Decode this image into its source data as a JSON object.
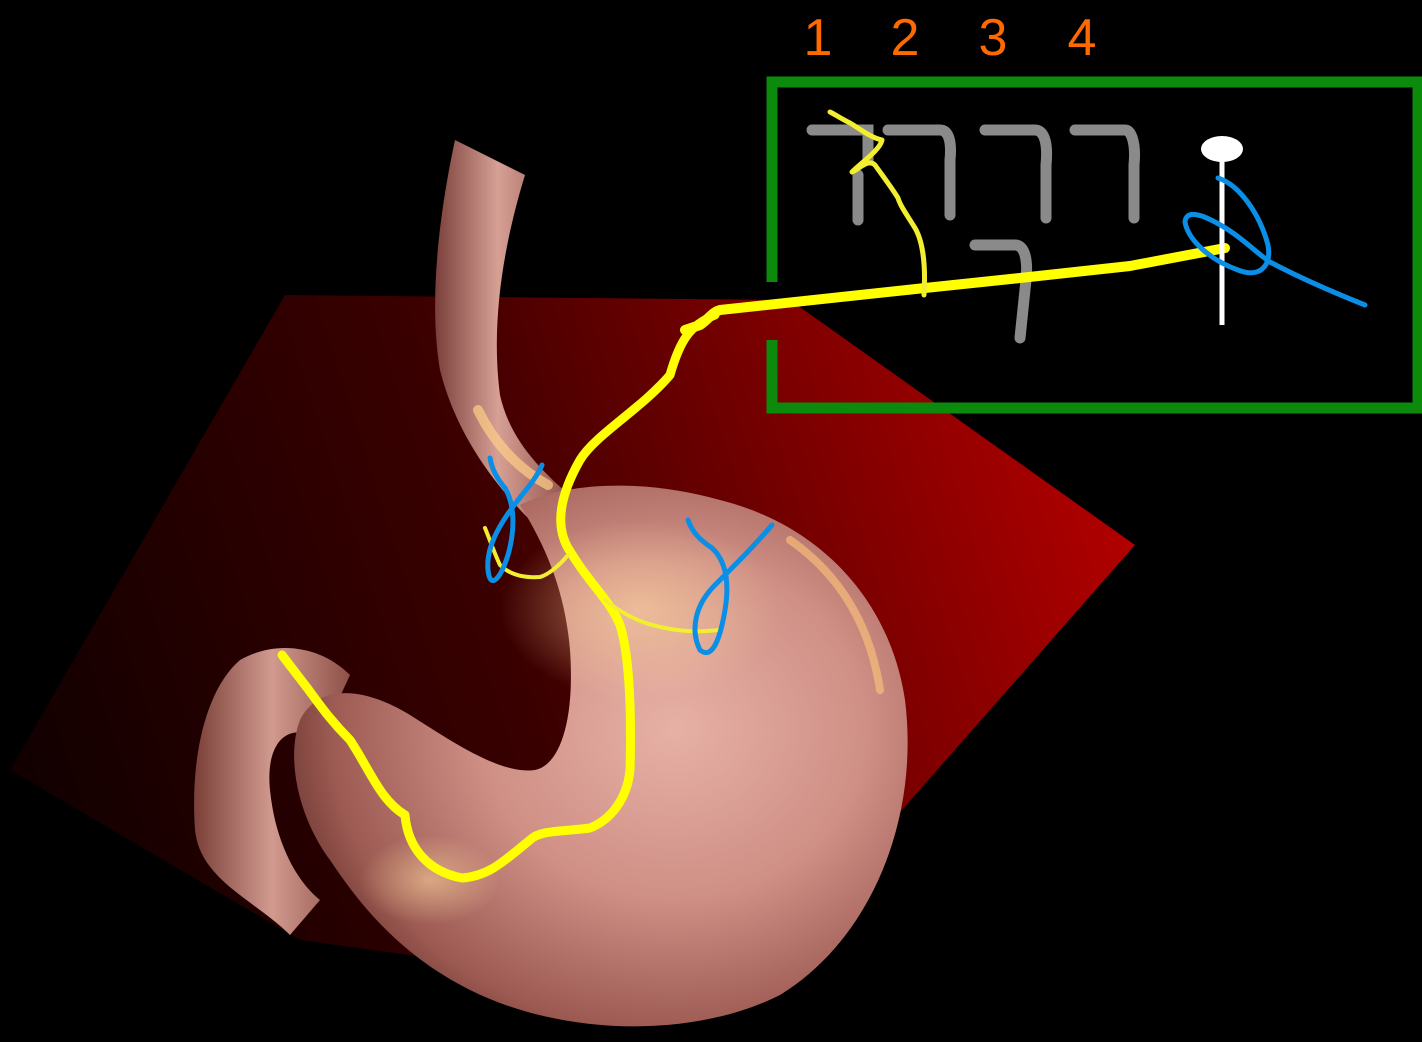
{
  "diagram": {
    "layer_labels": [
      "1",
      "2",
      "3",
      "4"
    ]
  },
  "colors": {
    "background": "#000000",
    "panel_gradient_dark": "#120000",
    "panel_gradient_light": "#b00000",
    "inset_border": "#0b8a0b",
    "layer_label": "#ff6a00",
    "vagus_nerve": "#ffff00",
    "vagus_branch": "#f2ee30",
    "ganglion_loop": "#0a8ee6",
    "neuron_glyph": "#8a8a8a",
    "pin_head": "#ffffff",
    "stomach_base": "#cc8a80"
  },
  "icons": {
    "pin": "pin-marker-icon",
    "neuron": "neuron-glyph-icon",
    "ganglion": "ganglion-loop-icon"
  }
}
